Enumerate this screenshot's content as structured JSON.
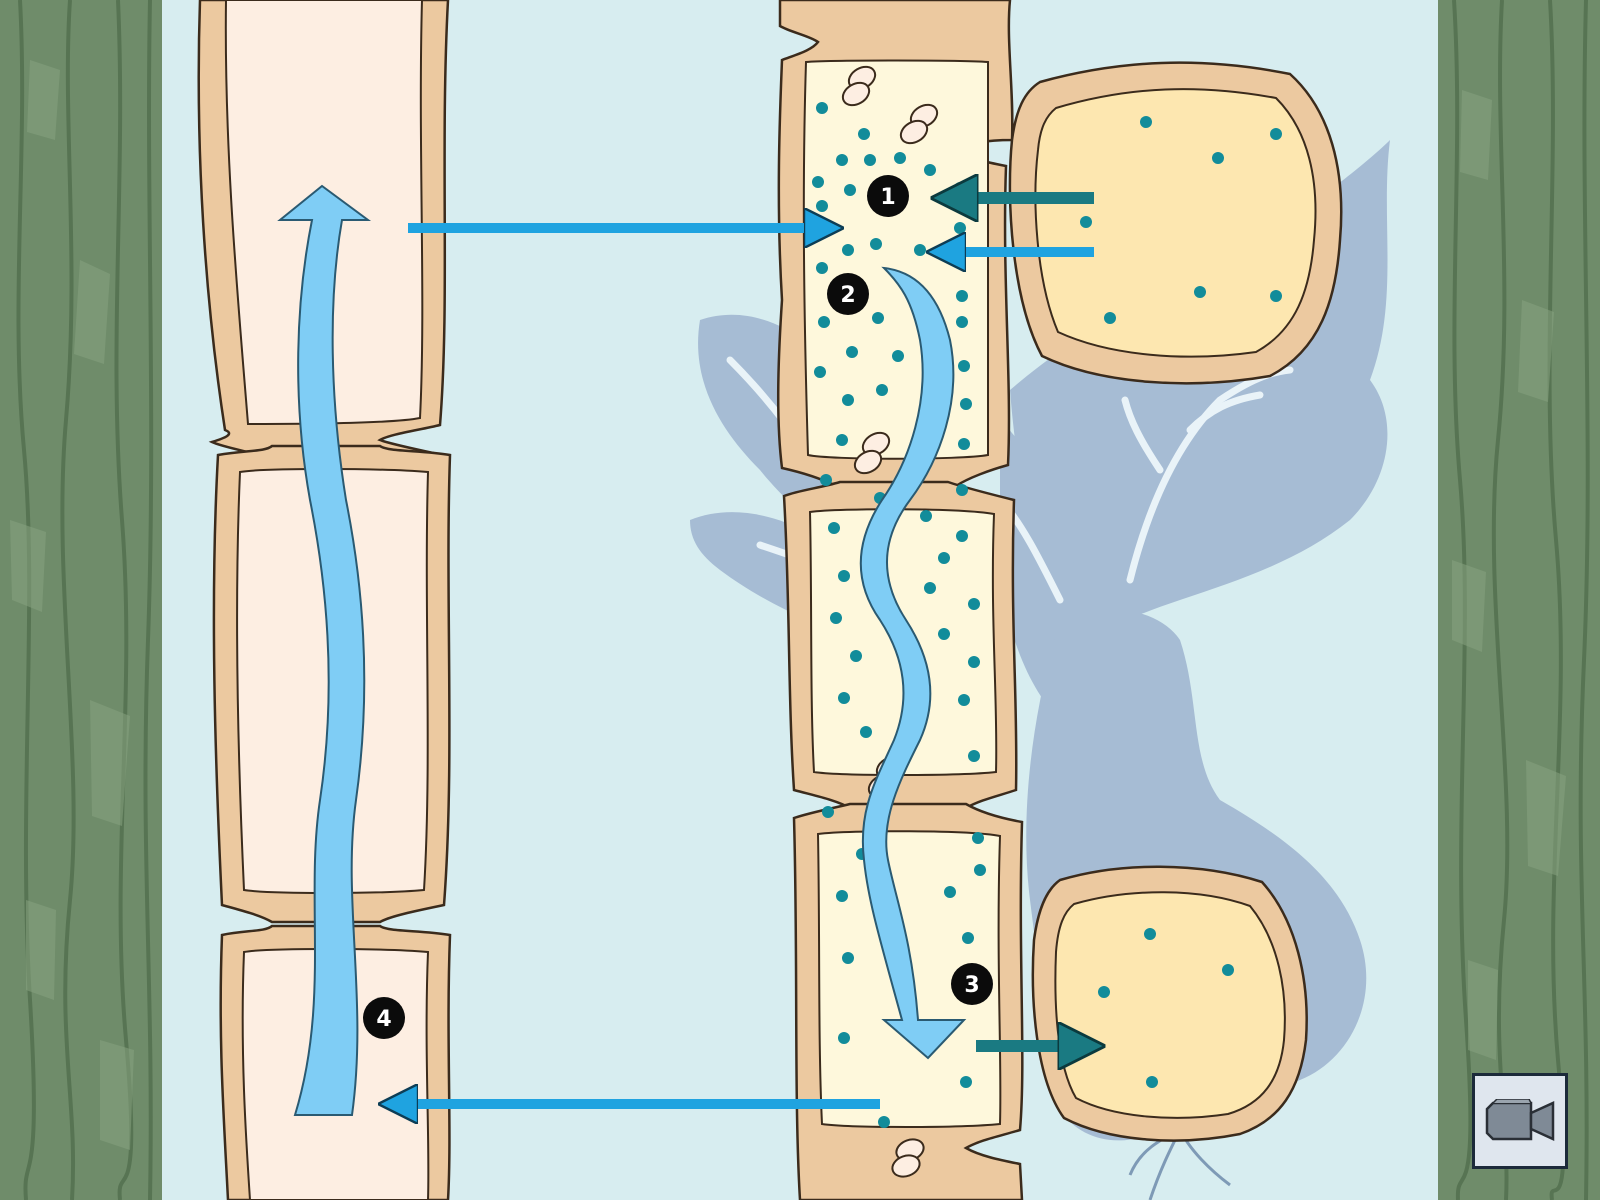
{
  "diagram": {
    "step_markers": [
      "1",
      "2",
      "3",
      "4"
    ]
  },
  "controls": {
    "video_icon": "video-camera-icon"
  },
  "colors": {
    "background_panel": "#d7edf0",
    "cell_wall": "#ecc9a0",
    "xylem_interior": "#fdeee2",
    "phloem_interior": "#fef8dc",
    "source_sink_interior": "#fde7b0",
    "water_arrow": "#7fcdf5",
    "sugar_dot": "#128c9a",
    "flow_arrow": "#1fa3e0",
    "sugar_arrow": "#1a7a82",
    "silhouette": "#a6bcd4",
    "bark": "#6f8c6a"
  }
}
